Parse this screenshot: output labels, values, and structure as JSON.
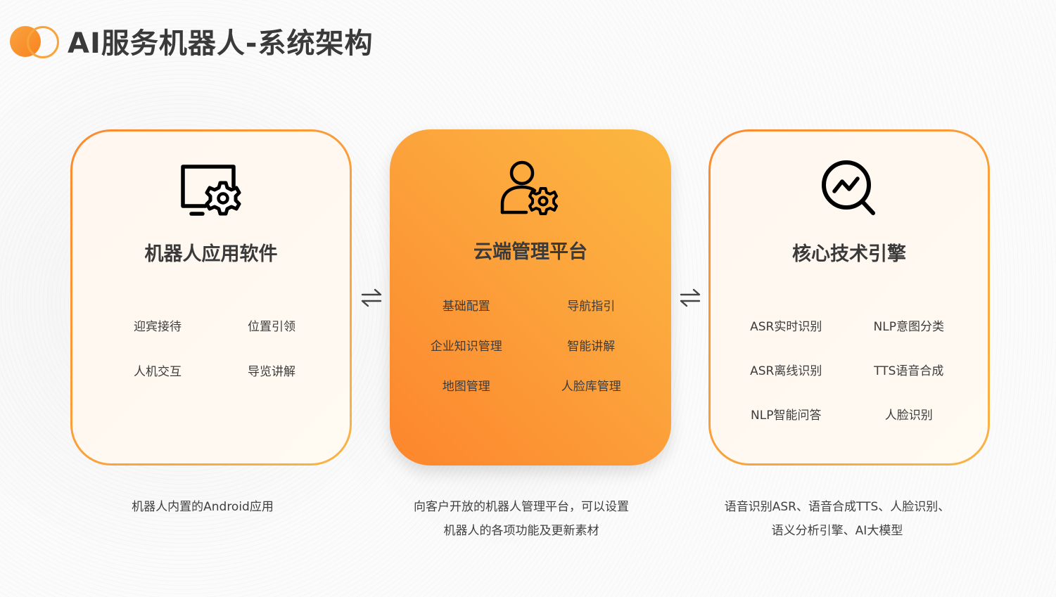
{
  "header": {
    "title": "AI服务机器人-系统架构",
    "logo_icon": "overlapping-circles-logo"
  },
  "colors": {
    "accent_start": "#fd852c",
    "accent_end": "#fbb840",
    "title_text": "#3a3a3a",
    "body_text": "#3c3c3c"
  },
  "cards": [
    {
      "id": "robot-app",
      "icon": "monitor-gear-icon",
      "title": "机器人应用软件",
      "style": "outline",
      "items": [
        "迎宾接待",
        "位置引领",
        "人机交互",
        "导览讲解"
      ],
      "description": [
        "机器人内置的Android应用"
      ]
    },
    {
      "id": "cloud-platform",
      "icon": "user-gear-icon",
      "title": "云端管理平台",
      "style": "filled",
      "items": [
        "基础配置",
        "导航指引",
        "企业知识管理",
        "智能讲解",
        "地图管理",
        "人脸库管理"
      ],
      "description": [
        "向客户开放的机器人管理平台，可以设置",
        "机器人的各项功能及更新素材"
      ]
    },
    {
      "id": "core-engine",
      "icon": "search-chart-icon",
      "title": "核心技术引擎",
      "style": "outline",
      "items": [
        "ASR实时识别",
        "NLP意图分类",
        "ASR离线识别",
        "TTS语音合成",
        "NLP智能问答",
        "人脸识别"
      ],
      "description": [
        "语音识别ASR、语音合成TTS、人脸识别、",
        "语义分析引擎、AI大模型"
      ]
    }
  ],
  "connectors": [
    {
      "icon": "bidirectional-arrows-icon",
      "label": "⇌"
    },
    {
      "icon": "bidirectional-arrows-icon",
      "label": "⇌"
    }
  ]
}
